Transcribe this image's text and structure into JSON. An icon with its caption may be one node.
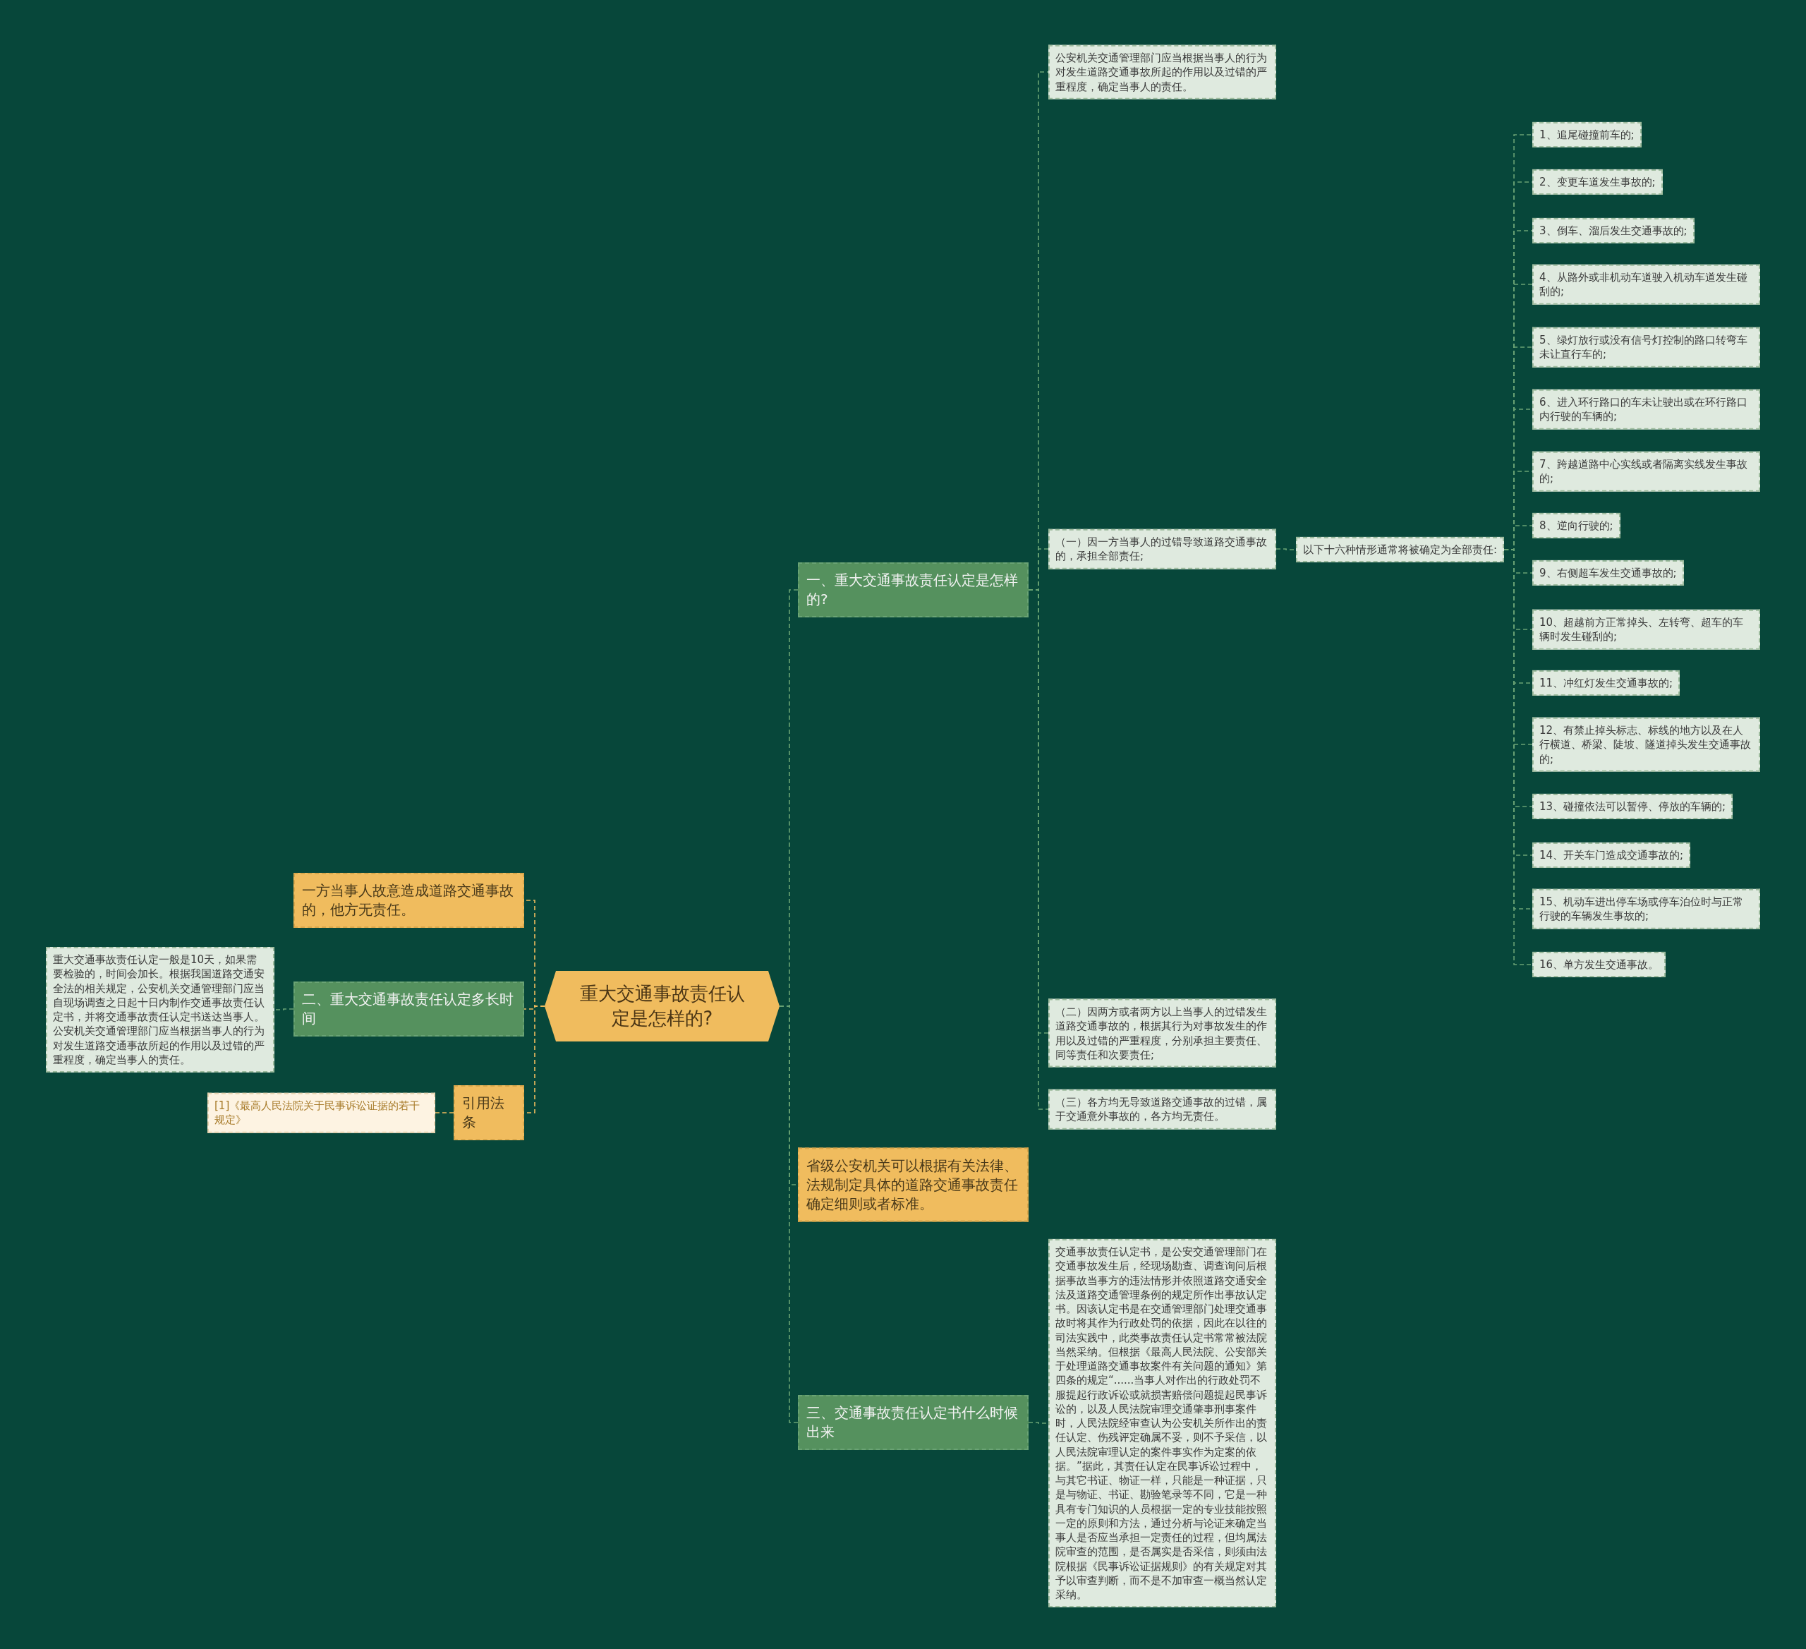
{
  "diagram": {
    "nodes": [
      {
        "text": [
          "重大交通事故责任认定是怎样的?"
        ]
      },
      {
        "text": [
          "一、重大交通事故责任认定是怎样的?"
        ]
      },
      {
        "text": [
          "公安机关交通管理部门应当根据当事人的行为对发生道路交通事故所起的作用以及过错的严重程度，确定当事人的责任。"
        ]
      },
      {
        "text": [
          "（一）因一方当事人的过错导致道路交通事故的，承担全部责任;"
        ]
      },
      {
        "text": [
          "以下十六种情形通常将被确定为全部责任:"
        ]
      },
      {
        "text": [
          "1、追尾碰撞前车的;"
        ]
      },
      {
        "text": [
          "2、变更车道发生事故的;"
        ]
      },
      {
        "text": [
          "3、倒车、溜后发生交通事故的;"
        ]
      },
      {
        "text": [
          "4、从路外或非机动车道驶入机动车道发生碰刮的;"
        ]
      },
      {
        "text": [
          "5、绿灯放行或没有信号灯控制的路口转弯车未让直行车的;"
        ]
      },
      {
        "text": [
          "6、进入环行路口的车未让驶出或在环行路口内行驶的车辆的;"
        ]
      },
      {
        "text": [
          "7、跨越道路中心实线或者隔离实线发生事故的;"
        ]
      },
      {
        "text": [
          "8、逆向行驶的;"
        ]
      },
      {
        "text": [
          "9、右侧超车发生交通事故的;"
        ]
      },
      {
        "text": [
          "10、超越前方正常掉头、左转弯、超车的车辆时发生碰刮的;"
        ]
      },
      {
        "text": [
          "11、冲红灯发生交通事故的;"
        ]
      },
      {
        "text": [
          "12、有禁止掉头标志、标线的地方以及在人行横道、桥梁、陡坡、隧道掉头发生交通事故的;"
        ]
      },
      {
        "text": [
          "13、碰撞依法可以暂停、停放的车辆的;"
        ]
      },
      {
        "text": [
          "14、开关车门造成交通事故的;"
        ]
      },
      {
        "text": [
          "15、机动车进出停车场或停车泊位时与正常行驶的车辆发生事故的;"
        ]
      },
      {
        "text": [
          "16、单方发生交通事故。"
        ]
      },
      {
        "text": [
          "（二）因两方或者两方以上当事人的过错发生道路交通事故的，根据其行为对事故发生的作用以及过错的严重程度，分别承担主要责任、同等责任和次要责任;"
        ]
      },
      {
        "text": [
          "（三）各方均无导致道路交通事故的过错，属于交通意外事故的，各方均无责任。"
        ]
      },
      {
        "text": [
          "省级公安机关可以根据有关法律、法规制定具体的道路交通事故责任确定细则或者标准。"
        ]
      },
      {
        "text": [
          "三、交通事故责任认定书什么时候出来"
        ]
      },
      {
        "text": [
          "交通事故责任认定书，是公安交通管理部门在交通事故发生后，经现场勘查、调查询问后根据事故当事方的违法情形并依照道路交通安全法及道路交通管理条例的规定所作出事故认定书。因该认定书是在交通管理部门处理交通事故时将其作为行政处罚的依据，因此在以往的司法实践中，此类事故责任认定书常常被法院当然采纳。但根据《最高人民法院、公安部关于处理道路交通事故案件有关问题的通知》第四条的规定“......当事人对作出的行政处罚不服提起行政诉讼或就损害赔偿问题提起民事诉讼的，以及人民法院审理交通肇事刑事案件时，人民法院经审查认为公安机关所作出的责任认定、伤残评定确属不妥，则不予采信，以人民法院审理认定的案件事实作为定案的依据。”据此，其责任认定在民事诉讼过程中，与其它书证、物证一样，只能是一种证据，只是与物证、书证、勘验笔录等不同，它是一种具有专门知识的人员根据一定的专业技能按照一定的原则和方法，通过分析与论证来确定当事人是否应当承担一定责任的过程，但均属法院审查的范围，是否属实是否采信，则须由法院根据《民事诉讼证据规则》的有关规定对其予以审查判断，而不是不加审查一概当然认定采纳。"
        ]
      },
      {
        "text": [
          "一方当事人故意造成道路交通事故的，他方无责任。"
        ]
      },
      {
        "text": [
          "二、重大交通事故责任认定多长时间"
        ]
      },
      {
        "text": [
          "重大交通事故责任认定一般是10天，如果需要检验的，时间会加长。根据我国道路交通安全法的相关规定，公安机关交通管理部门应当自现场调查之日起十日内制作交通事故责任认定书，并将交通事故责任认定书送达当事人。公安机关交通管理部门应当根据当事人的行为对发生道路交通事故所起的作用以及过错的严重程度，确定当事人的责任。"
        ]
      },
      {
        "text": [
          "引用法条"
        ]
      },
      {
        "text": [
          "[1]《最高人民法院关于民事诉讼证据的若干规定》"
        ]
      }
    ],
    "edges": [
      {
        "from": 0,
        "to": 1,
        "arrow": "none",
        "style": "dashed"
      },
      {
        "from": 1,
        "to": 2,
        "arrow": "none",
        "style": "dashed"
      },
      {
        "from": 1,
        "to": 3,
        "arrow": "none",
        "style": "dashed"
      },
      {
        "from": 3,
        "to": 4,
        "arrow": "none",
        "style": "dashed"
      },
      {
        "from": 4,
        "to": 5,
        "arrow": "none",
        "style": "dashed"
      },
      {
        "from": 4,
        "to": 6,
        "arrow": "none",
        "style": "dashed"
      },
      {
        "from": 4,
        "to": 7,
        "arrow": "none",
        "style": "dashed"
      },
      {
        "from": 4,
        "to": 8,
        "arrow": "none",
        "style": "dashed"
      },
      {
        "from": 4,
        "to": 9,
        "arrow": "none",
        "style": "dashed"
      },
      {
        "from": 4,
        "to": 10,
        "arrow": "none",
        "style": "dashed"
      },
      {
        "from": 4,
        "to": 11,
        "arrow": "none",
        "style": "dashed"
      },
      {
        "from": 4,
        "to": 12,
        "arrow": "none",
        "style": "dashed"
      },
      {
        "from": 4,
        "to": 13,
        "arrow": "none",
        "style": "dashed"
      },
      {
        "from": 4,
        "to": 14,
        "arrow": "none",
        "style": "dashed"
      },
      {
        "from": 4,
        "to": 15,
        "arrow": "none",
        "style": "dashed"
      },
      {
        "from": 4,
        "to": 16,
        "arrow": "none",
        "style": "dashed"
      },
      {
        "from": 4,
        "to": 17,
        "arrow": "none",
        "style": "dashed"
      },
      {
        "from": 4,
        "to": 18,
        "arrow": "none",
        "style": "dashed"
      },
      {
        "from": 4,
        "to": 19,
        "arrow": "none",
        "style": "dashed"
      },
      {
        "from": 4,
        "to": 20,
        "arrow": "none",
        "style": "dashed"
      },
      {
        "from": 1,
        "to": 21,
        "arrow": "none",
        "style": "dashed"
      },
      {
        "from": 1,
        "to": 22,
        "arrow": "none",
        "style": "dashed"
      },
      {
        "from": 0,
        "to": 23,
        "arrow": "none",
        "style": "dashed"
      },
      {
        "from": 0,
        "to": 24,
        "arrow": "none",
        "style": "dashed"
      },
      {
        "from": 24,
        "to": 25,
        "arrow": "none",
        "style": "dashed"
      },
      {
        "from": 0,
        "to": 26,
        "arrow": "none",
        "style": "dashed",
        "color": "#f0bc5e"
      },
      {
        "from": 0,
        "to": 27,
        "arrow": "none",
        "style": "dashed",
        "color": "#f0bc5e"
      },
      {
        "from": 27,
        "to": 28,
        "arrow": "none",
        "style": "dashed"
      },
      {
        "from": 0,
        "to": 29,
        "arrow": "none",
        "style": "dashed",
        "color": "#f0bc5e"
      },
      {
        "from": 29,
        "to": 30,
        "arrow": "none",
        "style": "dashed",
        "color": "#f0bc5e"
      }
    ]
  }
}
